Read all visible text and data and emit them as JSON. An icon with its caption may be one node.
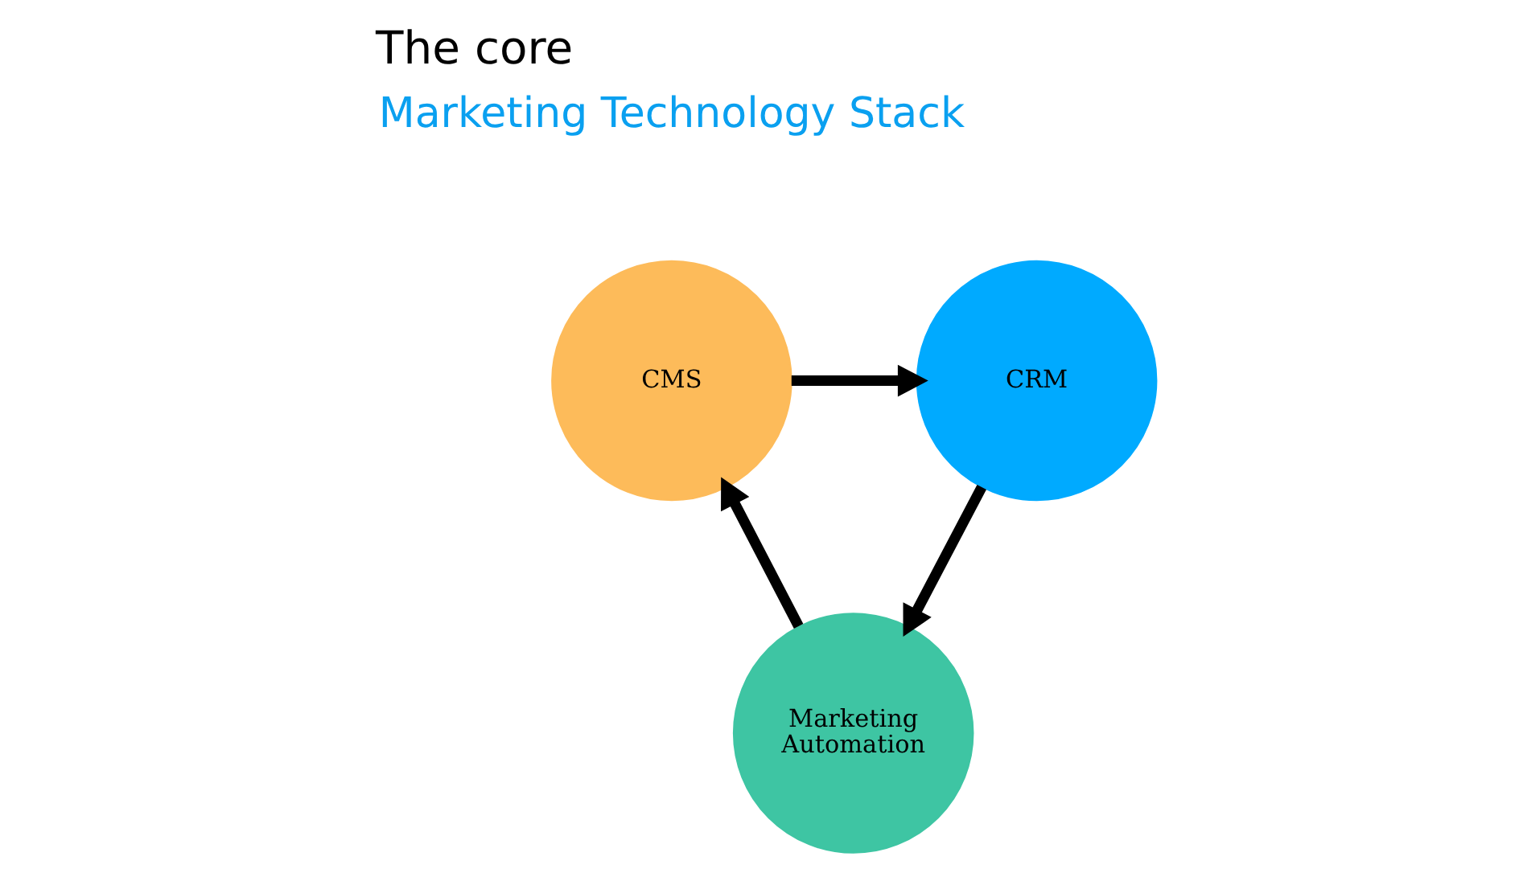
{
  "diagram": {
    "title": "The core",
    "nodes": [
      {
        "text": [
          "CMS"
        ]
      },
      {
        "text": [
          "CRM"
        ]
      },
      {
        "text": [
          "Marketing Automation"
        ]
      }
    ],
    "edges": [
      {
        "from": 0,
        "to": 1,
        "arrow": "to"
      },
      {
        "from": 1,
        "to": 2,
        "arrow": "to"
      },
      {
        "from": 2,
        "to": 0,
        "arrow": "to"
      }
    ],
    "labels": [
      "Marketing Technology Stack"
    ]
  }
}
